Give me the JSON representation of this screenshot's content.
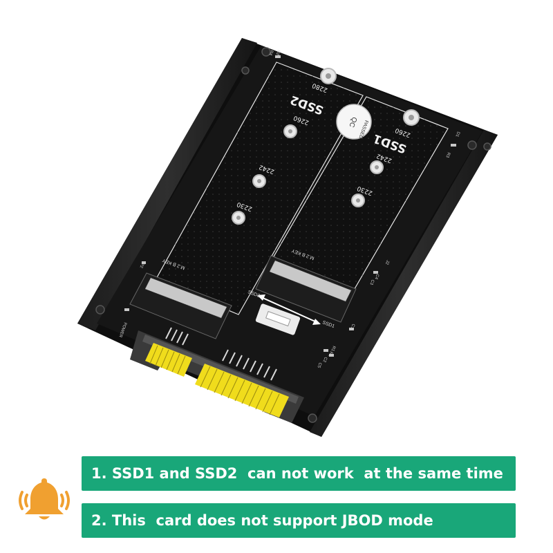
{
  "board": {
    "slot2_label": "SSD2",
    "slot1_label": "SSD1",
    "slot2_sizes": [
      "2280",
      "2260",
      "2242",
      "2230"
    ],
    "slot1_sizes": [
      "2260",
      "2242",
      "2230"
    ],
    "qc_label": "QC",
    "passed_label": "PASSED",
    "key_label_left": "M.2 B KEY",
    "key_label_right": "M.2 B KEY",
    "switch_label_left": "SSD2",
    "switch_label_right": "SSD1",
    "marking_d2": "D2",
    "marking_d1": "D1",
    "marking_r4": "R4",
    "marking_r3": "R3",
    "marking_r2": "R2",
    "marking_r1": "R1",
    "marking_c1": "C1",
    "marking_c2": "C2",
    "marking_c3": "C3",
    "marking_c4": "C4",
    "marking_c5": "C5",
    "marking_j2": "J2",
    "marking_p2": "P2",
    "marking_power": "POWER"
  },
  "notes": {
    "line1": "1. SSD1 and SSD2  can not work  at the same time",
    "line2": "2. This  card does not support JBOD mode"
  },
  "colors": {
    "note_background": "#19a779",
    "bell": "#f0a030",
    "board": "#141414",
    "connector_gold": "#f5e020"
  },
  "icons": {
    "bell": "bell-ringing-icon"
  }
}
